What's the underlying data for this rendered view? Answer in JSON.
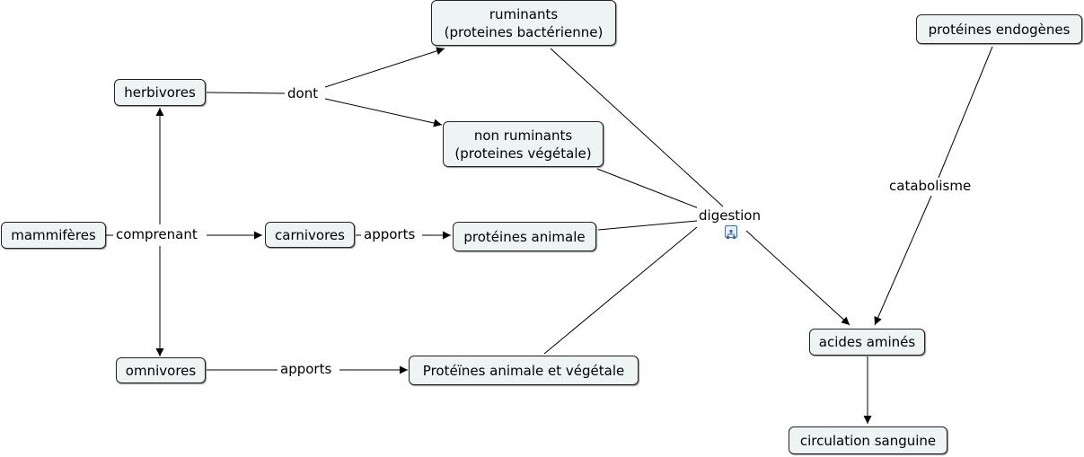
{
  "nodes": {
    "mammiferes": "mammifères",
    "herbivores": "herbivores",
    "carnivores": "carnivores",
    "omnivores": "omnivores",
    "ruminants_line1": "ruminants",
    "ruminants_line2": "(proteines bactérienne)",
    "non_ruminants_line1": "non ruminants",
    "non_ruminants_line2": "(proteines végétale)",
    "proteines_animale": "protéines animale",
    "proteines_animale_vegetale": "Protéïnes animale et végétale",
    "proteines_endogenes": "protéines endogènes",
    "acides_amines": "acides aminés",
    "circulation_sanguine": "circulation sanguine"
  },
  "links": {
    "comprenant": "comprenant",
    "dont": "dont",
    "apports_carnivores": "apports",
    "apports_omnivores": "apports",
    "digestion": "digestion",
    "catabolisme": "catabolisme"
  },
  "icons": {
    "digestion_submap": "submap-icon"
  },
  "colors": {
    "node_fill": "#eef3f4",
    "node_border": "#222222",
    "edge": "#000000",
    "submap_icon": "#3a6ea5"
  }
}
